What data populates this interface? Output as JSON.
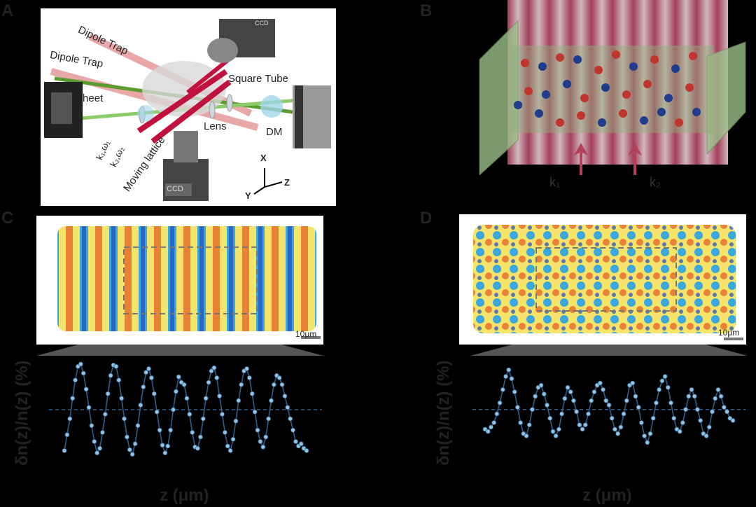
{
  "panels": {
    "a": {
      "letter": "A",
      "labels": {
        "dipole_trap_1": "Dipole Trap",
        "dipole_trap_2": "Dipole Trap",
        "square_tube": "Square Tube",
        "sheet": "Sheet",
        "lens": "Lens",
        "dm": "DM",
        "moving_lattice": "Moving lattice",
        "k1w1": "k₁,ω₁",
        "k2w2": "k₂,ω₂",
        "ccd_bottom": "CCD",
        "ccd_top": "CCD",
        "axis_x": "X",
        "axis_y": "Y",
        "axis_z": "Z"
      }
    },
    "b": {
      "letter": "B",
      "k1": "k₁",
      "k2": "k₂"
    },
    "c": {
      "letter": "C",
      "scalebar": "10μm",
      "ylabel": "δn(z)/n(z) (%)",
      "xlabel": "z (μm)"
    },
    "d": {
      "letter": "D",
      "scalebar": "10μm",
      "ylabel": "δn(z)/n(z) (%)",
      "xlabel": "z (μm)"
    }
  },
  "chart_data": [
    {
      "type": "line",
      "panel": "C",
      "xlabel": "z (μm)",
      "ylabel": "δn(z)/n(z) (%)",
      "x": [
        0,
        1,
        2,
        3,
        4,
        5,
        6,
        7,
        8,
        9,
        10,
        11,
        12,
        13,
        14,
        15,
        16,
        17,
        18,
        19,
        20,
        21,
        22,
        23,
        24,
        25,
        26,
        27,
        28,
        29,
        30,
        31,
        32,
        33,
        34,
        35,
        36,
        37,
        38,
        39,
        40,
        41,
        42,
        43,
        44,
        45,
        46,
        47,
        48,
        49,
        50,
        51,
        52,
        53,
        54,
        55,
        56,
        57,
        58,
        59,
        60,
        61,
        62,
        63,
        64,
        65,
        66,
        67,
        68,
        69,
        70,
        71,
        72,
        73,
        74,
        75,
        76,
        77,
        78,
        79,
        80,
        81,
        82,
        83,
        84,
        85,
        86,
        87,
        88,
        89
      ],
      "y": [
        -0.9,
        -0.55,
        -0.2,
        0.25,
        0.65,
        0.95,
        1.0,
        0.8,
        0.45,
        0.05,
        -0.35,
        -0.7,
        -0.95,
        -0.85,
        -0.5,
        -0.1,
        0.35,
        0.75,
        0.98,
        0.95,
        0.65,
        0.25,
        -0.2,
        -0.6,
        -0.88,
        -0.98,
        -0.75,
        -0.35,
        0.1,
        0.5,
        0.82,
        0.9,
        0.7,
        0.35,
        -0.05,
        -0.45,
        -0.78,
        -0.95,
        -0.8,
        -0.45,
        0.0,
        0.4,
        0.72,
        0.6,
        0.55,
        0.25,
        -0.1,
        -0.5,
        -0.82,
        -0.85,
        -0.6,
        -0.2,
        0.25,
        0.6,
        0.85,
        0.92,
        0.7,
        0.3,
        -0.1,
        -0.5,
        -0.8,
        -0.9,
        -0.65,
        -0.25,
        0.2,
        0.55,
        0.85,
        0.9,
        0.7,
        0.35,
        -0.05,
        -0.45,
        -0.7,
        -0.82,
        -0.6,
        -0.2,
        0.2,
        0.55,
        0.75,
        0.7,
        0.55,
        0.3,
        0.05,
        -0.2,
        -0.45,
        -0.7,
        -0.8,
        -0.75,
        -0.85,
        -0.9
      ],
      "baseline": 0
    },
    {
      "type": "line",
      "panel": "D",
      "xlabel": "z (μm)",
      "ylabel": "δn(z)/n(z) (%)",
      "x": [
        0,
        1,
        2,
        3,
        4,
        5,
        6,
        7,
        8,
        9,
        10,
        11,
        12,
        13,
        14,
        15,
        16,
        17,
        18,
        19,
        20,
        21,
        22,
        23,
        24,
        25,
        26,
        27,
        28,
        29,
        30,
        31,
        32,
        33,
        34,
        35,
        36,
        37,
        38,
        39,
        40,
        41,
        42,
        43,
        44,
        45,
        46,
        47,
        48,
        49,
        50,
        51,
        52,
        53,
        54,
        55,
        56,
        57,
        58,
        59,
        60,
        61,
        62,
        63,
        64,
        65,
        66,
        67,
        68,
        69,
        70,
        71,
        72,
        73,
        74,
        75,
        76,
        77,
        78,
        79,
        80,
        81,
        82,
        83,
        84
      ],
      "y": [
        -0.45,
        -0.5,
        -0.4,
        -0.3,
        -0.1,
        0.15,
        0.45,
        0.75,
        0.9,
        0.7,
        0.4,
        0.05,
        -0.3,
        -0.55,
        -0.6,
        -0.35,
        0.0,
        0.3,
        0.5,
        0.55,
        0.35,
        0.1,
        -0.2,
        -0.5,
        -0.6,
        -0.45,
        -0.1,
        0.25,
        0.5,
        0.4,
        0.2,
        -0.05,
        -0.35,
        -0.45,
        -0.35,
        -0.1,
        0.2,
        0.4,
        0.55,
        0.6,
        0.45,
        0.2,
        0.1,
        -0.2,
        -0.45,
        -0.55,
        -0.4,
        -0.1,
        0.2,
        0.55,
        0.6,
        0.3,
        0.05,
        -0.3,
        -0.6,
        -0.75,
        -0.55,
        -0.2,
        0.15,
        0.45,
        0.65,
        0.75,
        0.5,
        0.15,
        -0.2,
        -0.45,
        -0.5,
        -0.3,
        0.0,
        0.3,
        0.45,
        0.3,
        0.0,
        -0.25,
        -0.55,
        -0.6,
        -0.4,
        -0.05,
        0.25,
        0.45,
        0.3,
        0.05,
        -0.05,
        -0.2,
        -0.25
      ],
      "baseline": 0
    }
  ]
}
